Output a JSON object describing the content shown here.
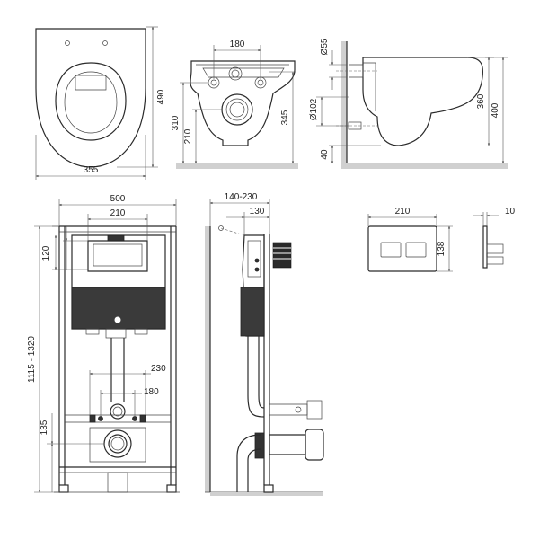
{
  "dimensions": {
    "top_view": {
      "depth": "490",
      "width": "355"
    },
    "front_view": {
      "width_top": "180",
      "height_left_outer": "310",
      "height_left_inner": "210",
      "height_right": "345"
    },
    "side_view": {
      "inlet_dia": "Ø55",
      "outlet_dia": "Ø102",
      "floor_offset": "40",
      "height_inner": "360",
      "height_outer": "400"
    },
    "frame": {
      "width_outer": "500",
      "width_inner": "210",
      "height": "1115 - 1320",
      "top_offset": "120",
      "bolt_outer": "230",
      "bolt_inner": "180",
      "outlet_height": "135"
    },
    "frame_side": {
      "depth_range": "140-230",
      "depth": "130"
    },
    "plate": {
      "width": "210",
      "height": "138",
      "depth": "10"
    }
  }
}
